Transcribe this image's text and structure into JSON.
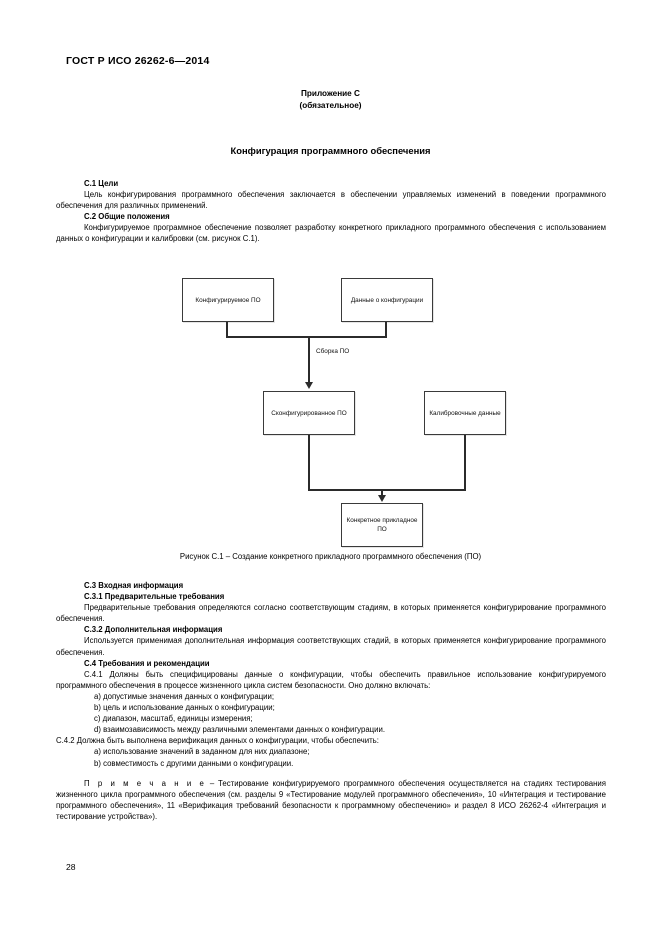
{
  "document": {
    "standard_header": "ГОСТ Р ИСО 26262-6—2014",
    "page_number": "28"
  },
  "annex": {
    "line1": "Приложение С",
    "line2": "(обязательное)",
    "title": "Конфигурация программного обеспечения"
  },
  "sections": {
    "c1_heading": "С.1 Цели",
    "c1_para": "Цель конфигурирования программного обеспечения заключается в обеспечении управляемых изменений в поведении программного обеспечения для различных применений.",
    "c2_heading": "С.2 Общие положения",
    "c2_para": "Конфигурируемое программное обеспечение позволяет разработку конкретного прикладного программного обеспечения с использованием данных о конфигурации и калибровки (см. рисунок С.1).",
    "c3_heading": "С.3 Входная информация",
    "c31_heading": "С.3.1 Предварительные требования",
    "c31_para": "Предварительные требования определяются согласно соответствующим стадиям, в которых применяется конфигурирование программного обеспечения.",
    "c32_heading": "С.3.2 Дополнительная информация",
    "c32_para": "Используется применимая дополнительная информация соответствующих стадий, в которых применяется конфигурирование программного обеспечения.",
    "c4_heading": "С.4 Требования и рекомендации",
    "c41_para": "С.4.1 Должны быть специфицированы данные о конфигурации, чтобы обеспечить правильное использование конфигурируемого программного обеспечения в процессе жизненного цикла систем безопасности. Оно должно включать:",
    "c41_items": [
      "a) допустимые значения данных о конфигурации;",
      "b) цель и использование данных о конфигурации;",
      "c) диапазон, масштаб, единицы измерения;",
      "d) взаимозависимость между различными элементами данных о конфигурации."
    ],
    "c42_para": "С.4.2 Должна быть выполнена верификация данных о конфигурации, чтобы обеспечить:",
    "c42_items": [
      "a) использование значений в заданном для них диапазоне;",
      "b) совместимость с другими данными о конфигурации."
    ],
    "note_label": "П р и м е ч а н и е",
    "note_text": "–  Тестирование конфигурируемого программного обеспечения осуществляется на стадиях тестирования жизненного цикла программного обеспечения (см. разделы 9 «Тестирование модулей программного обеспечения», 10 «Интеграция и тестирование программного обеспечения», 11 «Верификация требований безопасности к программному обеспечению» и раздел 8 ИСО 26262-4 «Интеграция и тестирование устройства»)."
  },
  "figure": {
    "caption": "Рисунок С.1 –  Создание конкретного прикладного программного обеспечения (ПО)",
    "nodes": [
      {
        "id": "configurable-software",
        "label": "Конфигурируемое ПО"
      },
      {
        "id": "configuration-data",
        "label": "Данные о конфигурации"
      },
      {
        "id": "configured-software",
        "label": "Сконфигурированное ПО"
      },
      {
        "id": "calibration-data",
        "label": "Калибровочные данные"
      },
      {
        "id": "specific-application-software",
        "label": "Конкретное прикладное ПО"
      }
    ],
    "edge_labels": [
      {
        "id": "software-build",
        "label": "Сборка ПО"
      }
    ],
    "line_color": "#2b2b2b",
    "box_border_color": "#3a3a3a"
  }
}
